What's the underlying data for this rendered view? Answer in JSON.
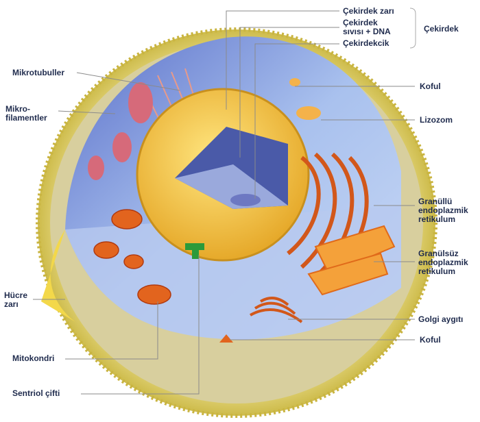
{
  "labels": {
    "nuclear_envelope": "Çekirdek zarı",
    "nucleoplasm_line1": "Çekirdek",
    "nucleoplasm_line2": "sıvısı + DNA",
    "nucleolus": "Çekirdekcik",
    "nucleus_group": "Çekirdek",
    "vacuole_top": "Koful",
    "lysosome": "Lizozom",
    "rough_er_line1": "Granüllü",
    "rough_er_line2": "endoplazmik",
    "rough_er_line3": "retikulum",
    "smooth_er_line1": "Granülsüz",
    "smooth_er_line2": "endoplazmik",
    "smooth_er_line3": "retikulum",
    "golgi": "Golgi aygıtı",
    "vacuole_bottom": "Koful",
    "microtubules": "Mikrotubuller",
    "microfilaments_line1": "Mikro-",
    "microfilaments_line2": "filamentler",
    "cell_membrane_line1": "Hücre",
    "cell_membrane_line2": "zarı",
    "mitochondria": "Mitokondri",
    "centrioles": "Sentriol çifti"
  },
  "colors": {
    "label": "#1f2b4d",
    "leader": "#8a8a8a",
    "membrane": "#e8d36a",
    "cytoplasm": "#9fb6e6",
    "nucleus": "#f2c23a",
    "organelle": "#e2641e"
  }
}
